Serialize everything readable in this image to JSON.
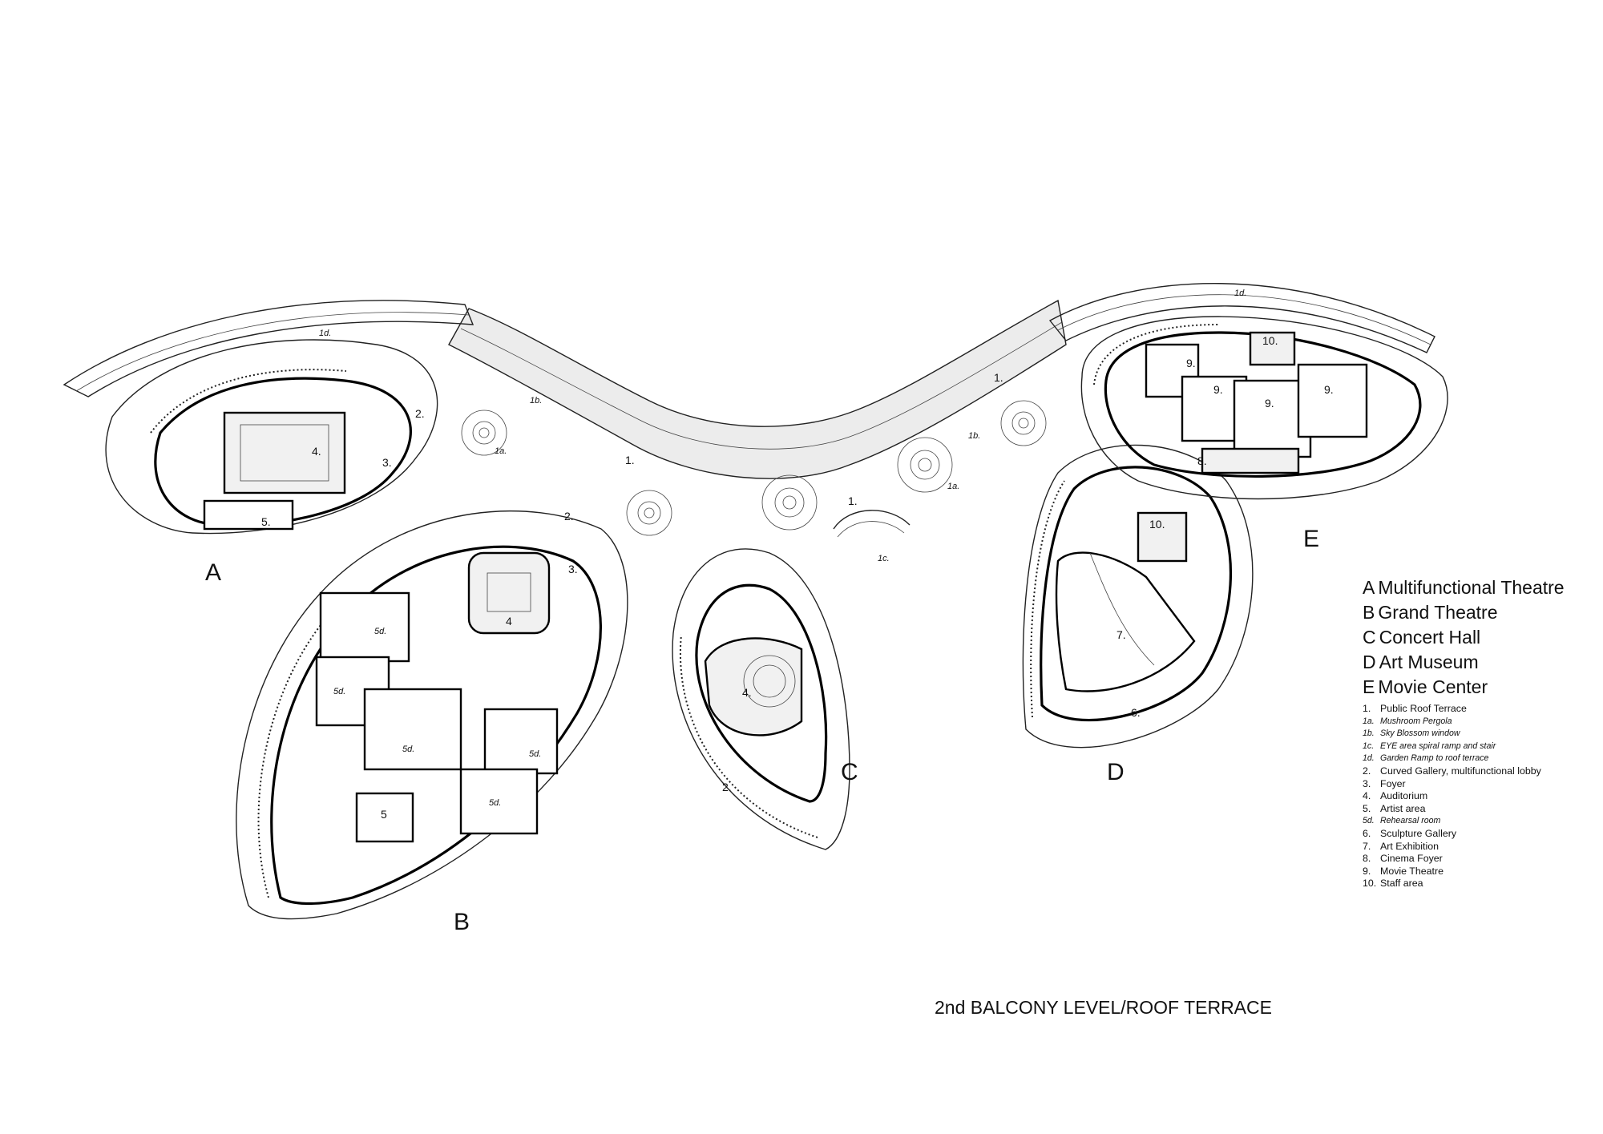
{
  "plan": {
    "title": "2nd BALCONY LEVEL/ROOF TERRACE",
    "building_markers": [
      "A",
      "B",
      "C",
      "D",
      "E"
    ],
    "buildings": [
      {
        "letter": "A",
        "name": "Multifunctional Theatre"
      },
      {
        "letter": "B",
        "name": "Grand Theatre"
      },
      {
        "letter": "C",
        "name": "Concert Hall"
      },
      {
        "letter": "D",
        "name": "Art Museum"
      },
      {
        "letter": "E",
        "name": "Movie Center"
      }
    ],
    "legend_items": [
      {
        "num": "1.",
        "text": "Public Roof Terrace",
        "sub": false
      },
      {
        "num": "1a.",
        "text": "Mushroom Pergola",
        "sub": true
      },
      {
        "num": "1b.",
        "text": "Sky Blossom window",
        "sub": true
      },
      {
        "num": "1c.",
        "text": "EYE area spiral ramp and stair",
        "sub": true
      },
      {
        "num": "1d.",
        "text": "Garden Ramp to roof terrace",
        "sub": true
      },
      {
        "num": "2.",
        "text": "Curved Gallery, multifunctional lobby",
        "sub": false
      },
      {
        "num": "3.",
        "text": "Foyer",
        "sub": false
      },
      {
        "num": "4.",
        "text": "Auditorium",
        "sub": false
      },
      {
        "num": "5.",
        "text": "Artist area",
        "sub": false
      },
      {
        "num": "5d.",
        "text": "Rehearsal room",
        "sub": true
      },
      {
        "num": "6.",
        "text": "Sculpture Gallery",
        "sub": false
      },
      {
        "num": "7.",
        "text": "Art Exhibition",
        "sub": false
      },
      {
        "num": "8.",
        "text": "Cinema Foyer",
        "sub": false
      },
      {
        "num": "9.",
        "text": "Movie Theatre",
        "sub": false
      },
      {
        "num": "10.",
        "text": "Staff area",
        "sub": false
      }
    ],
    "plan_labels": {
      "terrace_1": "1.",
      "pergola_1a": "1a.",
      "window_1b": "1b.",
      "ramp_1c": "1c.",
      "garden_1d": "1d.",
      "gallery_2": "2.",
      "foyer_3": "3.",
      "auditorium_4": "4.",
      "auditorium_4_plain": "4",
      "artist_5": "5.",
      "artist_5_plain": "5",
      "rehearsal_5d": "5d.",
      "sculpture_6": "6.",
      "exhibition_7": "7.",
      "cinema_foyer_8": "8.",
      "movie_9": "9.",
      "staff_10": "10."
    }
  }
}
